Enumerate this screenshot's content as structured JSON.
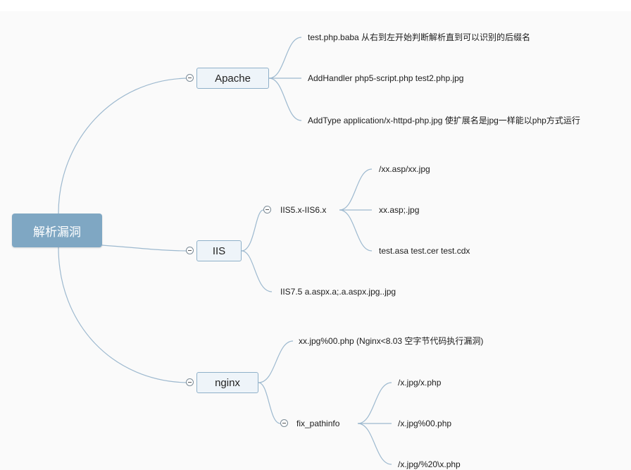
{
  "root": {
    "label": "解析漏洞"
  },
  "apache": {
    "label": "Apache",
    "items": [
      "test.php.baba 从右到左开始判断解析直到可以识别的后缀名",
      "AddHandler php5-script.php test2.php.jpg",
      "AddType application/x-httpd-php.jpg 使扩展名是jpg一样能以php方式运行"
    ]
  },
  "iis": {
    "label": "IIS",
    "sub1": {
      "label": "IIS5.x-IIS6.x",
      "items": [
        "/xx.asp/xx.jpg",
        "xx.asp;.jpg",
        "test.asa test.cer test.cdx"
      ]
    },
    "sub2": {
      "label": "IIS7.5 a.aspx.a;.a.aspx.jpg..jpg"
    }
  },
  "nginx": {
    "label": "nginx",
    "item1": "xx.jpg%00.php (Nginx<8.03 空字节代码执行漏洞)",
    "sub": {
      "label": "fix_pathinfo",
      "items": [
        "/x.jpg/x.php",
        "/x.jpg%00.php",
        "/x.jpg/%20\\x.php"
      ]
    }
  }
}
